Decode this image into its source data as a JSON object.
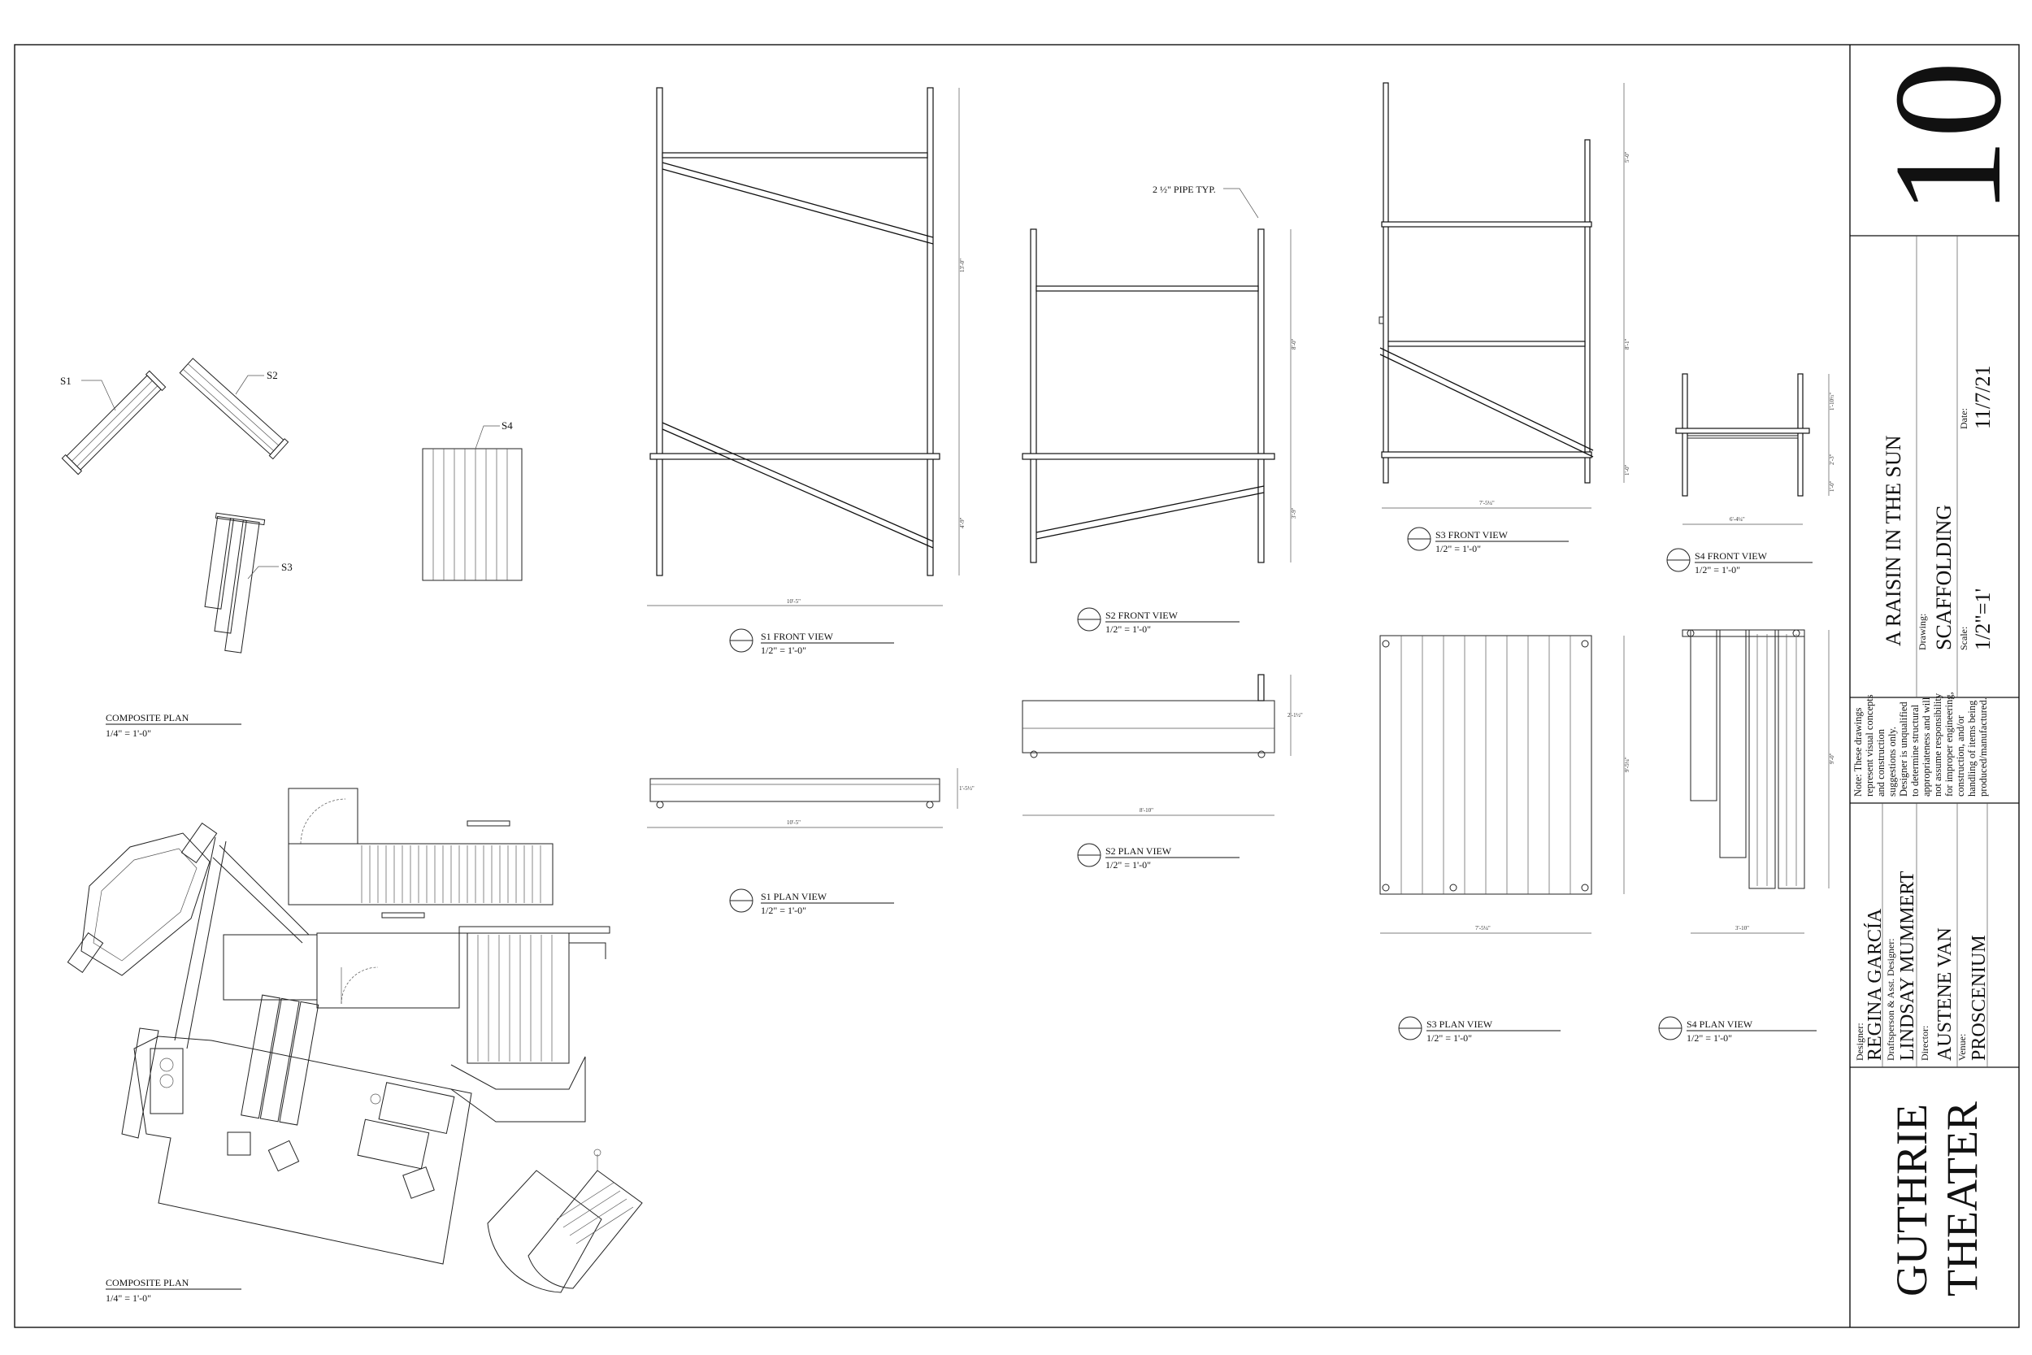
{
  "title_block": {
    "sheet_number": "10",
    "production": "A RAISIN IN THE SUN",
    "drawing_label": "Drawing:",
    "drawing": "SCAFFOLDING",
    "scale_label": "Scale:",
    "scale": "1/2\"=1'",
    "date_label": "Date:",
    "date": "11/7/21",
    "note": [
      "Note: These drawings",
      "represent visual concepts",
      "and construction",
      "suggestions only.",
      "Designer is unqualified",
      "to determine structural",
      "appropriateness and will",
      "not assume responsibility",
      "for improper engineering,",
      "construction, and/or",
      "handling of items being",
      "produced/manufactured."
    ],
    "designer_label": "Designer:",
    "designer": "REGINA GARCÍA",
    "asst_label": "Draftsperson & Asst. Designer:",
    "asst": "LINDSAY MUMMERT",
    "director_label": "Director:",
    "director": "AUSTENE VAN",
    "venue_label": "Venue:",
    "venue": "PROSCENIUM",
    "theater_line1": "GUTHRIE",
    "theater_line2": "THEATER"
  },
  "views": {
    "composite_plan_top": {
      "title": "COMPOSITE PLAN",
      "scale": "1/4\" = 1'-0\""
    },
    "composite_plan_bottom": {
      "title": "COMPOSITE PLAN",
      "scale": "1/4\" = 1'-0\""
    },
    "s1_front": {
      "title": "S1 FRONT VIEW",
      "scale": "1/2\" = 1'-0\""
    },
    "s1_plan": {
      "title": "S1 PLAN VIEW",
      "scale": "1/2\" = 1'-0\""
    },
    "s2_front": {
      "title": "S2 FRONT VIEW",
      "scale": "1/2\" = 1'-0\""
    },
    "s2_plan": {
      "title": "S2 PLAN VIEW",
      "scale": "1/2\" = 1'-0\""
    },
    "s3_front": {
      "title": "S3 FRONT VIEW",
      "scale": "1/2\" = 1'-0\""
    },
    "s3_plan": {
      "title": "S3 PLAN VIEW",
      "scale": "1/2\" = 1'-0\""
    },
    "s4_front": {
      "title": "S4 FRONT VIEW",
      "scale": "1/2\" = 1'-0\""
    },
    "s4_plan": {
      "title": "S4 PLAN VIEW",
      "scale": "1/2\" = 1'-0\""
    }
  },
  "callouts": {
    "s1": "S1",
    "s2": "S2",
    "s3": "S3",
    "s4": "S4",
    "pipe": "2 ½\" PIPE TYP."
  },
  "dimensions": {
    "s1_front_h_total": "13'-0\"",
    "s1_front_h_lower": "4'-9\"",
    "s1_front_w": "10'-5\"",
    "s1_plan_d": "1'-5½\"",
    "s1_plan_w": "10'-5\"",
    "s2_front_h_upper": "8'-0\"",
    "s2_front_h_lower": "3'-9\"",
    "s2_plan_d": "2'-1½\"",
    "s2_plan_w": "8'-10\"",
    "s3_front_h_top": "5'-0\"",
    "s3_front_h_mid": "8'-1\"",
    "s3_front_h_low": "1'-0\"",
    "s3_front_w": "7'-5¼\"",
    "s3_plan_d": "9'-5¼\"",
    "s3_plan_w": "7'-5¼\"",
    "s4_front_h_top": "1'-10½\"",
    "s4_front_h_mid": "2'-3\"",
    "s4_front_h_low": "1'-0\"",
    "s4_front_w": "6'-4¼\"",
    "s4_plan_d": "9'-0\"",
    "s4_plan_w": "3'-10\""
  }
}
